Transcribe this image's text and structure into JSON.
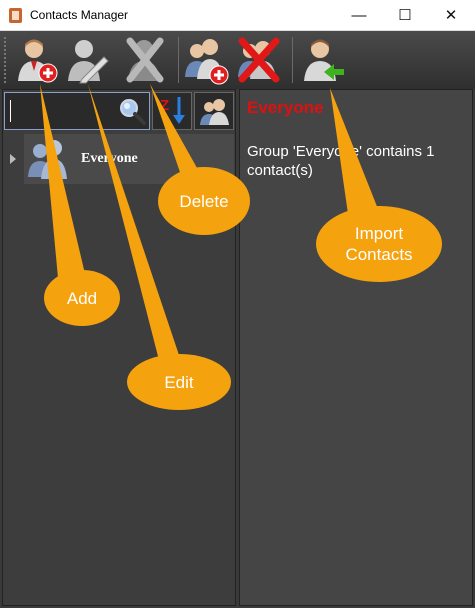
{
  "window": {
    "title": "Contacts Manager",
    "minimize_glyph": "—",
    "maximize_glyph": "☐",
    "close_glyph": "✕"
  },
  "toolbar": {
    "buttons": [
      {
        "name": "add-contact-button",
        "icon": "user-add-icon"
      },
      {
        "name": "edit-contact-button",
        "icon": "user-edit-icon"
      },
      {
        "name": "delete-contact-button",
        "icon": "user-delete-icon"
      },
      {
        "name": "add-group-button",
        "icon": "group-add-icon"
      },
      {
        "name": "delete-group-button",
        "icon": "group-delete-icon"
      },
      {
        "name": "import-contacts-button",
        "icon": "user-import-icon"
      }
    ]
  },
  "search": {
    "value": "",
    "placeholder": "",
    "icon": "search-icon"
  },
  "tree": {
    "items": [
      {
        "label": "Everyone",
        "icon": "group-icon",
        "selected": true
      }
    ]
  },
  "details": {
    "title": "Everyone",
    "description": "Group 'Everyone' contains 1 contact(s)"
  },
  "callouts": {
    "add": "Add",
    "edit": "Edit",
    "delete": "Delete",
    "import": "Import Contacts"
  },
  "colors": {
    "accent_callout": "#f5a20f",
    "group_title": "#e01010",
    "add_badge": "#e02020",
    "import_arrow": "#3fb21f"
  }
}
